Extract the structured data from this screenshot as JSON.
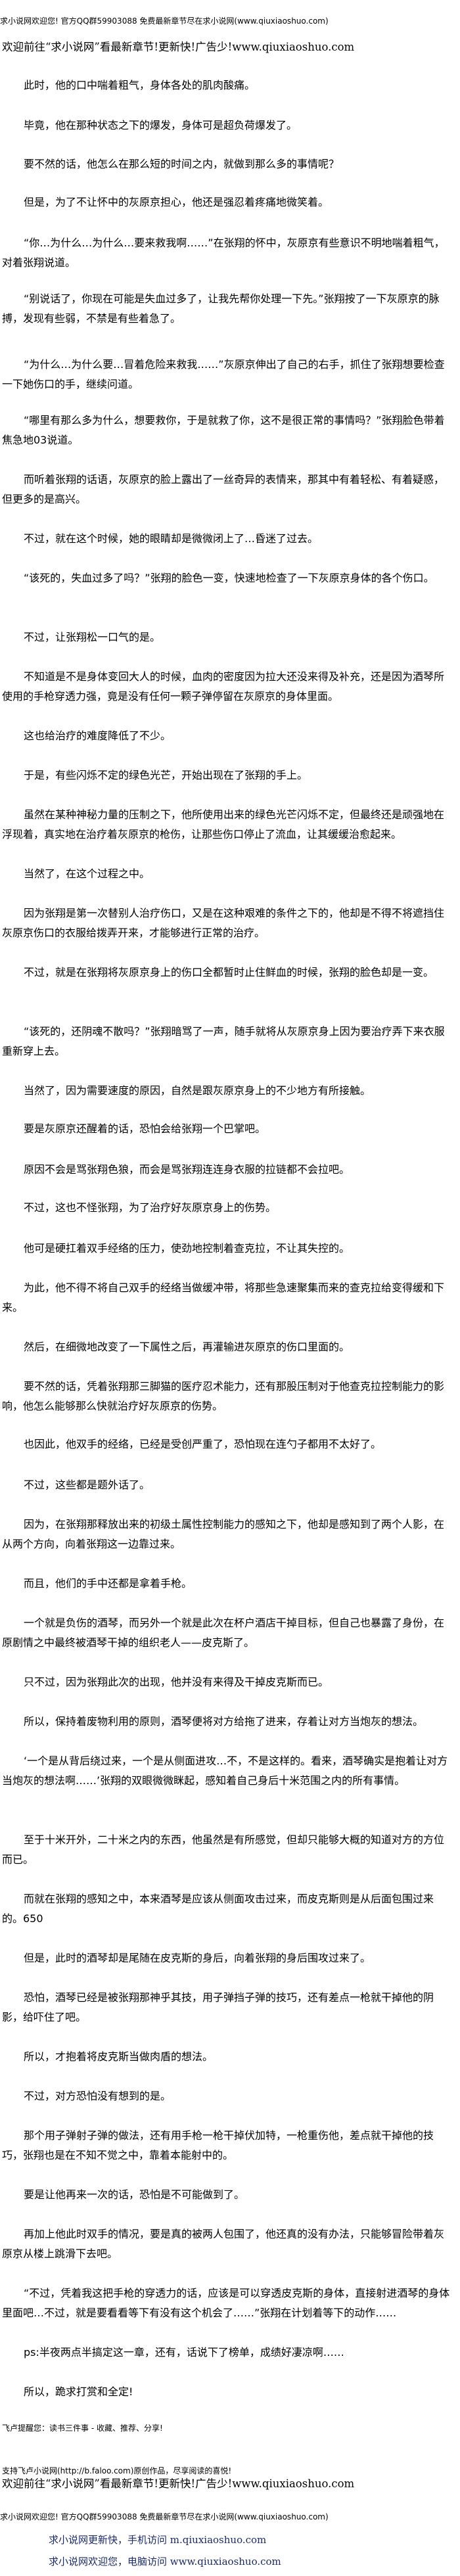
{
  "header": {
    "top_notice": "求小说网欢迎您! 官方QQ群59903088 免费最新章节尽在求小说网(www.qiuxiaoshuo.com)",
    "promo": "欢迎前往“求小说网”看最新章节!更新快!广告少!www.qiuxiaoshuo.com"
  },
  "paragraphs": [
    "此时，他的口中喘着粗气，身体各处的肌肉酸痛。",
    "毕竟，他在那种状态之下的爆发，身体可是超负荷爆发了。",
    "要不然的话，他怎么在那么短的时间之内，就做到那么多的事情呢？",
    "但是，为了不让怀中的灰原京担心，他还是强忍着疼痛地微笑着。",
    "“你…为什么…为什么…要来救我啊……”在张翔的怀中，灰原京有些意识不明地喘着粗气，对着张翔说道。",
    "“别说话了，你现在可能是失血过多了，让我先帮你处理一下先。”张翔按了一下灰原京的脉搏，发现有些弱，不禁是有些着急了。",
    "“为什么…为什么要…冒着危险来救我……”灰原京伸出了自己的右手，抓住了张翔想要检查一下她伤口的手，继续问道。",
    "“哪里有那么多为什么，想要救你，于是就救了你，这不是很正常的事情吗？”张翔脸色带着焦急地03说道。",
    "而听着张翔的话语，灰原京的脸上露出了一丝奇异的表情来，那其中有着轻松、有着疑惑，但更多的是高兴。",
    "不过，就在这个时候，她的眼睛却是微微闭上了…昏迷了过去。",
    "“该死的，失血过多了吗？”张翔的脸色一变，快速地检查了一下灰原京身体的各个伤口。",
    "不过，让张翔松一口气的是。",
    "不知道是不是身体变回大人的时候，血肉的密度因为拉大还没来得及补充，还是因为酒琴所使用的手枪穿透力强，竟是没有任何一颗子弹停留在灰原京的身体里面。",
    "这也给治疗的难度降低了不少。",
    "于是，有些闪烁不定的绿色光芒，开始出现在了张翔的手上。",
    "虽然在某种神秘力量的压制之下，他所使用出来的绿色光芒闪烁不定，但最终还是顽强地在浮现着，真实地在治疗着灰原京的枪伤，让那些伤口停止了流血，让其缓缓治愈起来。",
    "当然了，在这个过程之中。",
    "因为张翔是第一次替别人治疗伤口，又是在这种艰难的条件之下的，他却是不得不将遮挡住灰原京伤口的衣服给拨弄开来，才能够进行正常的治疗。",
    "不过，就是在张翔将灰原京身上的伤口全都暂时止住鲜血的时候，张翔的脸色却是一变。",
    "“该死的，还阴魂不散吗？”张翔暗骂了一声，随手就将从灰原京身上因为要治疗弄下来衣服重新穿上去。",
    "当然了，因为需要速度的原因，自然是跟灰原京身上的不少地方有所接触。",
    "要是灰原京还醒着的话，恐怕会给张翔一个巴掌吧。",
    "原因不会是骂张翔色狼，而会是骂张翔连连身衣服的拉链都不会拉吧。",
    "不过，这也不怪张翔，为了治疗好灰原京身上的伤势。",
    "他可是硬扛着双手经络的压力，使劲地控制着查克拉，不让其失控的。",
    "为此，他不得不将自己双手的经络当做缓冲带，将那些急速聚集而来的查克拉给变得缓和下来。",
    "然后，在细微地改变了一下属性之后，再灌输进灰原京的伤口里面的。",
    "要不然的话，凭着张翔那三脚猫的医疗忍术能力，还有那股压制对于他查克拉控制能力的影响，他怎么能够那么快就治疗好灰原京的伤势。",
    "也因此，他双手的经络，已经是受创严重了，恐怕现在连勺子都用不太好了。",
    "不过，这些都是题外话了。",
    "因为，在张翔那释放出来的初级土属性控制能力的感知之下，他却是感知到了两个人影，在从两个方向，向着张翔这一边靠过来。",
    "而且，他们的手中还都是拿着手枪。",
    "一个就是负伤的酒琴，而另外一个就是此次在杯户酒店干掉目标，但自己也暴露了身份，在原剧情之中最终被酒琴干掉的组织老人——皮克斯了。",
    "只不过，因为张翔此次的出现，他并没有来得及干掉皮克斯而已。",
    "所以，保持着废物利用的原则，酒琴便将对方给拖了进来，存着让对方当炮灰的想法。",
    "‘一个是从背后绕过来，一个是从侧面进攻…不，不是这样的。看来，酒琴确实是抱着让对方当炮灰的想法啊……’张翔的双眼微微眯起，感知着自己身后十米范围之内的所有事情。",
    "至于十米开外，二十米之内的东西，他虽然是有所感觉，但却只能够大概的知道对方的方位而已。",
    "而就在张翔的感知之中，本来酒琴是应该从侧面攻击过来，而皮克斯则是从后面包围过来的。650",
    "但是，此时的酒琴却是尾随在皮克斯的身后，向着张翔的身后围攻过来了。",
    "恐怕，酒琴已经是被张翔那神乎其技，用子弹挡子弹的技巧，还有差点一枪就干掉他的阴影，给吓住了吧。",
    "所以，才抱着将皮克斯当做肉盾的想法。",
    "不过，对方恐怕没有想到的是。",
    "那个用子弹射子弹的做法，还有用手枪一枪干掉伏加特，一枪重伤他，差点就干掉他的技巧，张翔也是在不知不觉之中，靠着本能射中的。",
    "要是让他再来一次的话，恐怕是不可能做到了。",
    "再加上他此时双手的情况，要是真的被两人包围了，他还真的没有办法，只能够冒险带着灰原京从楼上跳滑下去吧。",
    "“不过，凭着我这把手枪的穿透力的话，应该是可以穿透皮克斯的身体，直接射进酒琴的身体里面吧…不过，就是要看看等下有没有这个机会了……”张翔在计划着等下的动作……",
    "ps:半夜两点半搞定这一章，还有，话说下了榜单，成绩好凄凉啊……",
    "所以，跪求打赏和全定!"
  ],
  "footer": {
    "faloo_reminder": "飞卢提醒您：读书三件事 - 收藏、推荐、分享!",
    "faloo_support": "支持飞卢小说网(http://b.faloo.com)原创作品，尽享阅读的喜悦!",
    "promo": "欢迎前往“求小说网”看最新章节!更新快!广告少!www.qiuxiaoshuo.com",
    "bottom_notice": "求小说网欢迎您! 官方QQ群59903088 免费最新章节尽在求小说网(www.qiuxiaoshuo.com)",
    "mobile_access": "求小说网更新快，手机访问 m.qiuxiaoshuo.com",
    "pc_access": "求小说网欢迎您，电脑访问 www.qiuxiaoshuo.com"
  }
}
